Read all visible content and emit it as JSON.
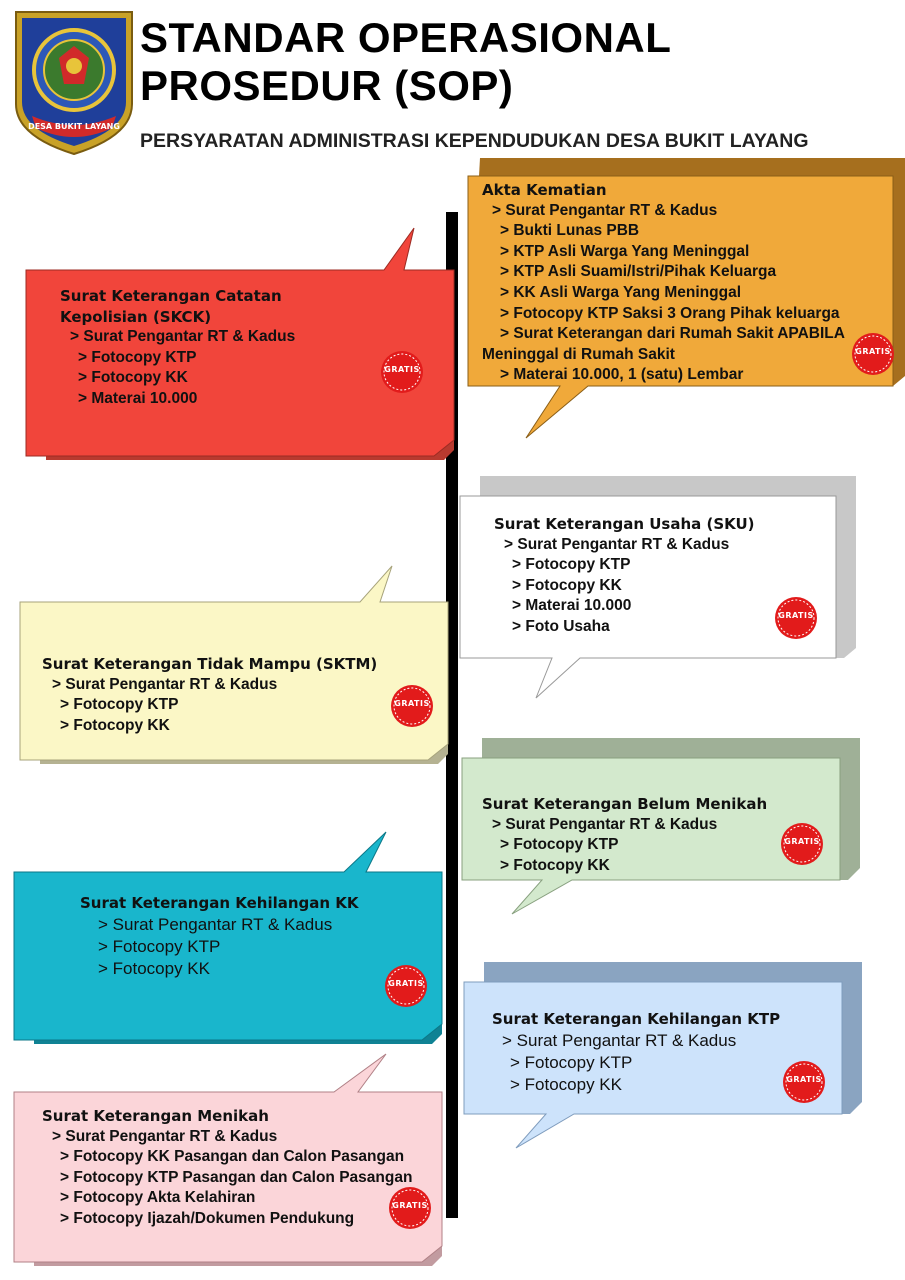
{
  "header": {
    "title_line1": "STANDAR OPERASIONAL",
    "title_line2": "PROSEDUR (SOP)",
    "subtitle": "PERSYARATAN ADMINISTRASI KEPENDUDUKAN DESA BUKIT LAYANG",
    "logo_text": "DESA BUKIT LAYANG"
  },
  "badge_text": "GRATIS",
  "colors": {
    "skck": "#f1453b",
    "akta": "#f0a93a",
    "sku": "#ffffff",
    "sktm": "#fbf7c6",
    "belum_menikah": "#d3e9cd",
    "kk": "#19b6cc",
    "ktp": "#cde3fb",
    "menikah": "#fbd5d9"
  },
  "cards": {
    "akta": {
      "title": "Akta Kematian",
      "items": [
        "> Surat Pengantar RT & Kadus",
        "> Bukti Lunas PBB",
        "> KTP Asli Warga Yang Meninggal",
        "> KTP Asli Suami/Istri/Pihak Keluarga",
        "> KK Asli Warga Yang Meninggal",
        "> Fotocopy KTP Saksi 3 Orang Pihak keluarga",
        "> Surat Keterangan dari Rumah Sakit APABILA",
        "Meninggal di Rumah Sakit",
        "> Materai 10.000, 1 (satu) Lembar"
      ]
    },
    "skck": {
      "title_line1": "Surat Keterangan Catatan",
      "title_line2": "Kepolisian (SKCK)",
      "items": [
        "> Surat Pengantar RT & Kadus",
        "> Fotocopy KTP",
        "> Fotocopy KK",
        "> Materai 10.000"
      ]
    },
    "sku": {
      "title": "Surat Keterangan Usaha (SKU)",
      "items": [
        "> Surat Pengantar RT & Kadus",
        "> Fotocopy KTP",
        "> Fotocopy KK",
        "> Materai 10.000",
        "> Foto Usaha"
      ]
    },
    "sktm": {
      "title": "Surat Keterangan Tidak Mampu (SKTM)",
      "items": [
        "> Surat Pengantar RT & Kadus",
        "> Fotocopy KTP",
        "> Fotocopy KK"
      ]
    },
    "belum_menikah": {
      "title": "Surat Keterangan Belum Menikah",
      "items": [
        "> Surat Pengantar RT & Kadus",
        "> Fotocopy KTP",
        "> Fotocopy KK"
      ]
    },
    "kk": {
      "title": "Surat Keterangan Kehilangan KK",
      "items": [
        "> Surat Pengantar RT & Kadus",
        "> Fotocopy KTP",
        "> Fotocopy KK"
      ]
    },
    "ktp": {
      "title": "Surat Keterangan Kehilangan KTP",
      "items": [
        "> Surat Pengantar RT & Kadus",
        "> Fotocopy KTP",
        "> Fotocopy KK"
      ]
    },
    "menikah": {
      "title": "Surat Keterangan Menikah",
      "items": [
        "> Surat Pengantar RT & Kadus",
        "> Fotocopy KK Pasangan dan Calon Pasangan",
        "> Fotocopy KTP Pasangan dan Calon Pasangan",
        "> Fotocopy Akta Kelahiran",
        "> Fotocopy Ijazah/Dokumen Pendukung"
      ]
    }
  }
}
